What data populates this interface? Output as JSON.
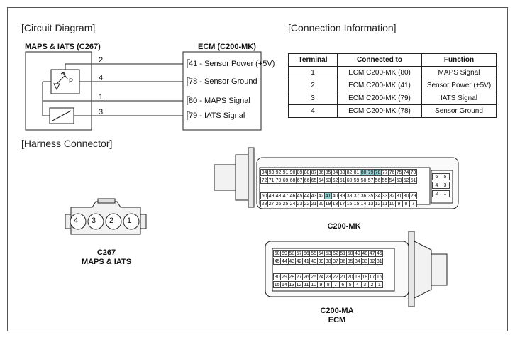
{
  "sections": {
    "circuit": "[Circuit Diagram]",
    "connection": "[Connection Information]",
    "harness": "[Harness Connector]"
  },
  "circuit": {
    "sensor_label": "MAPS & IATS (C267)",
    "ecm_label": "ECM (C200-MK)",
    "pins": [
      "2",
      "4",
      "1",
      "3"
    ],
    "sensor_p": "P",
    "ecm_pins": [
      {
        "num": "41",
        "text": "- Sensor Power (+5V)"
      },
      {
        "num": "78",
        "text": "- Sensor Ground"
      },
      {
        "num": "80",
        "text": "- MAPS Signal"
      },
      {
        "num": "79",
        "text": "- IATS Signal"
      }
    ]
  },
  "table": {
    "headers": [
      "Terminal",
      "Connected to",
      "Function"
    ],
    "rows": [
      [
        "1",
        "ECM C200-MK (80)",
        "MAPS Signal"
      ],
      [
        "2",
        "ECM C200-MK (41)",
        "Sensor Power (+5V)"
      ],
      [
        "3",
        "ECM C200-MK (79)",
        "IATS Signal"
      ],
      [
        "4",
        "ECM C200-MK (78)",
        "Sensor Ground"
      ]
    ]
  },
  "connectors": {
    "c267": {
      "pins": [
        "4",
        "3",
        "2",
        "1"
      ],
      "name": "C267",
      "sub": "MAPS & IATS"
    },
    "c200mk": {
      "name": "C200-MK",
      "highlight_color": "#8ecfcf",
      "highlighted": [
        "80",
        "79",
        "78",
        "41"
      ],
      "row1": [
        "94",
        "93",
        "92",
        "91",
        "90",
        "89",
        "88",
        "87",
        "86",
        "85",
        "84",
        "83",
        "82",
        "81",
        "80",
        "79",
        "78",
        "77",
        "76",
        "75",
        "74",
        "73"
      ],
      "row2": [
        "72",
        "71",
        "70",
        "69",
        "68",
        "67",
        "66",
        "65",
        "64",
        "63",
        "62",
        "61",
        "60",
        "59",
        "58",
        "57",
        "56",
        "55",
        "54",
        "53",
        "52",
        "51"
      ],
      "row3": [
        "50",
        "49",
        "48",
        "47",
        "46",
        "45",
        "44",
        "43",
        "42",
        "41",
        "40",
        "39",
        "38",
        "37",
        "36",
        "35",
        "34",
        "33",
        "32",
        "31",
        "30",
        "29"
      ],
      "row4": [
        "28",
        "27",
        "26",
        "25",
        "24",
        "23",
        "22",
        "21",
        "20",
        "19",
        "18",
        "17",
        "16",
        "15",
        "14",
        "13",
        "12",
        "11",
        "10",
        "9",
        "8",
        "7"
      ],
      "side": [
        [
          "6",
          "5"
        ],
        [
          "4",
          "3"
        ],
        [
          "2",
          "1"
        ]
      ]
    },
    "c200ma": {
      "name": "C200-MA",
      "sub": "ECM",
      "row1": [
        "60",
        "59",
        "58",
        "57",
        "56",
        "55",
        "54",
        "53",
        "52",
        "51",
        "50",
        "49",
        "48",
        "47",
        "46"
      ],
      "row2": [
        "45",
        "44",
        "43",
        "42",
        "41",
        "40",
        "39",
        "38",
        "37",
        "36",
        "35",
        "34",
        "33",
        "32",
        "31"
      ],
      "row3": [
        "30",
        "29",
        "28",
        "27",
        "26",
        "25",
        "24",
        "23",
        "22",
        "21",
        "20",
        "19",
        "18",
        "17",
        "16"
      ],
      "row4": [
        "15",
        "14",
        "13",
        "12",
        "11",
        "10",
        "9",
        "8",
        "7",
        "6",
        "5",
        "4",
        "3",
        "2",
        "1"
      ]
    }
  }
}
